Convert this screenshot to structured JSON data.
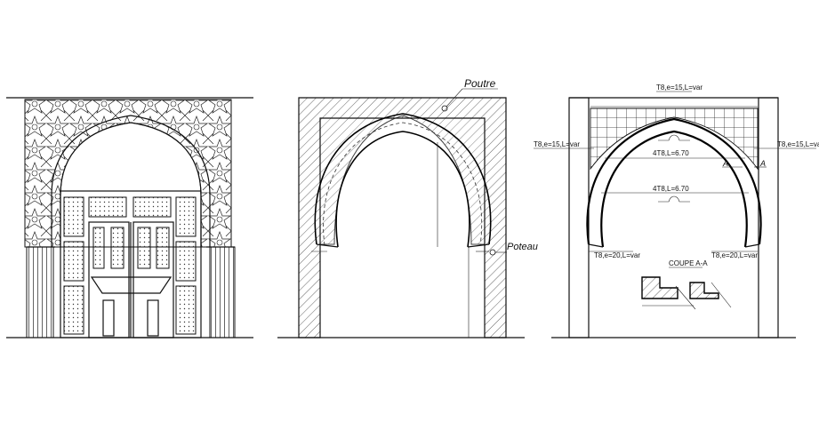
{
  "labels": {
    "poutre": "Poutre",
    "poteau": "Poteau",
    "top_rebar": "T8,e=15,L=var",
    "left_rebar": "T8,e=15,L=var",
    "right_rebar": "T8,e=15,L=var",
    "upper_arc_rebar": "4T8,L=6.70",
    "lower_arc_rebar": "4T8,L=6.70",
    "left_base_rebar": "T8,e=20,L=var",
    "right_base_rebar": "T8,e=20,L=var",
    "section_title": "COUPE A-A",
    "section_marker": "A"
  },
  "colors": {
    "line": "#111111",
    "background": "#ffffff"
  }
}
